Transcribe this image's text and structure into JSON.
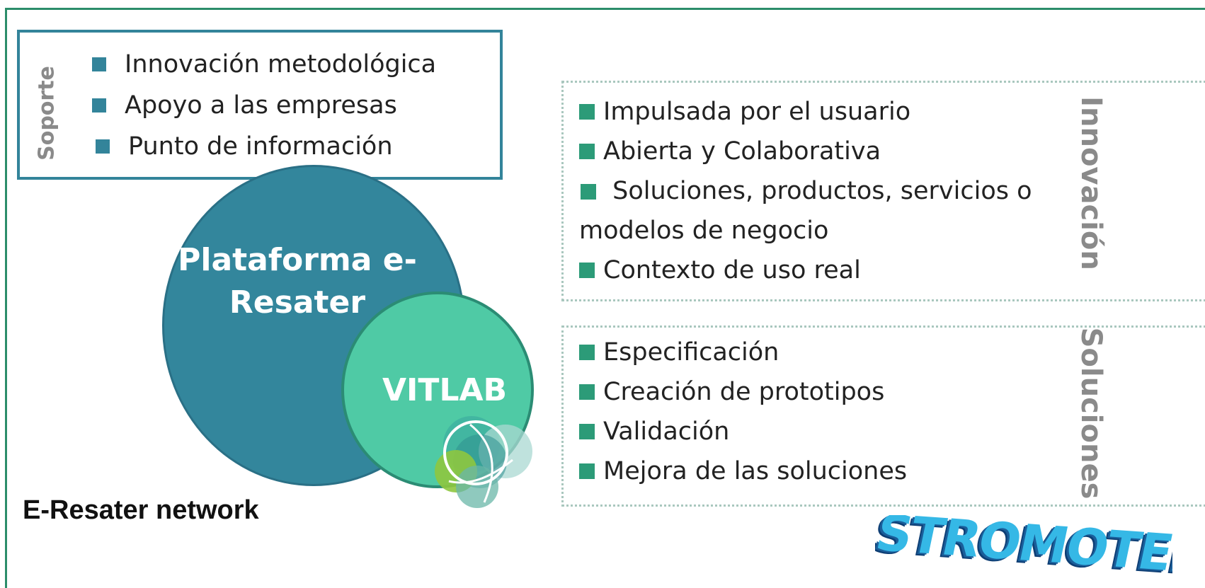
{
  "soporte": {
    "label": "Soporte",
    "items": [
      {
        "text": "Innovación metodológica"
      },
      {
        "text": "Apoyo a las empresas"
      },
      {
        "text": "Punto de información"
      }
    ]
  },
  "innovacion": {
    "label": "Innovación",
    "items": [
      {
        "text": "Impulsada por el usuario"
      },
      {
        "text": "Abierta y Colaborativa"
      },
      {
        "text": "Soluciones, productos, servicios o modelos de negocio"
      },
      {
        "text": "Contexto de uso real"
      }
    ]
  },
  "soluciones": {
    "label": "Soluciones",
    "items": [
      {
        "text": "Especificación"
      },
      {
        "text": "Creación de prototipos"
      },
      {
        "text": "Validación"
      },
      {
        "text": "Mejora de las soluciones"
      }
    ]
  },
  "circles": {
    "platform": "Plataforma e-Resater",
    "vitlab": "VITLAB"
  },
  "network_title": "E-Resater network",
  "stamp_text": "STROMOTER",
  "colors": {
    "frame": "#2c8d6a",
    "soporte_accent": "#33849a",
    "bullet_green": "#2c9b78",
    "big_circle": "#33869c",
    "small_circle": "#4fcaa5"
  }
}
